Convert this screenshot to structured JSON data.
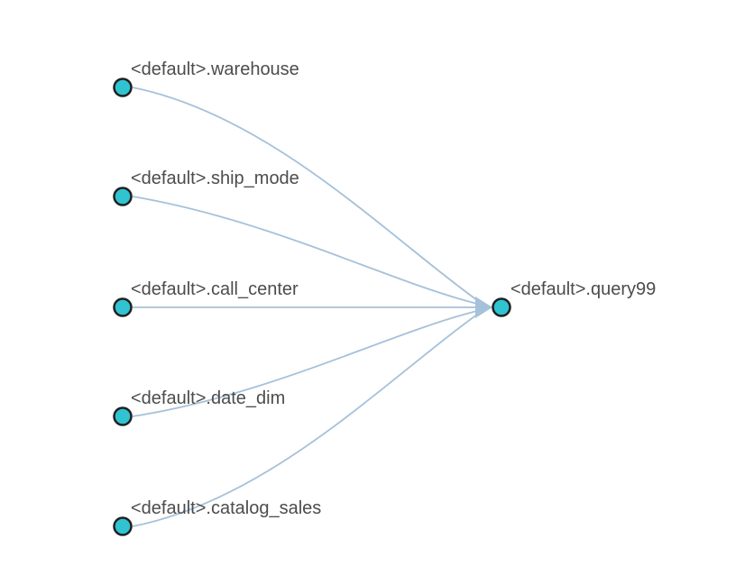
{
  "diagram": {
    "kind": "data-lineage-graph",
    "background_color": "#ffffff",
    "colors": {
      "node_fill": "#30c3d1",
      "node_border": "#1f1f1f",
      "edge": "#a6c1da",
      "arrowhead": "#a6c1da",
      "label_text": "#4c4c4c"
    },
    "nodes": [
      {
        "id": "warehouse",
        "label": "<default>.warehouse"
      },
      {
        "id": "ship_mode",
        "label": "<default>.ship_mode"
      },
      {
        "id": "call_center",
        "label": "<default>.call_center"
      },
      {
        "id": "date_dim",
        "label": "<default>.date_dim"
      },
      {
        "id": "catalog_sales",
        "label": "<default>.catalog_sales"
      },
      {
        "id": "query99",
        "label": "<default>.query99"
      }
    ],
    "edges": [
      {
        "source": "<default>.warehouse",
        "target": "<default>.query99"
      },
      {
        "source": "<default>.ship_mode",
        "target": "<default>.query99"
      },
      {
        "source": "<default>.call_center",
        "target": "<default>.query99"
      },
      {
        "source": "<default>.date_dim",
        "target": "<default>.query99"
      },
      {
        "source": "<default>.catalog_sales",
        "target": "<default>.query99"
      }
    ]
  }
}
